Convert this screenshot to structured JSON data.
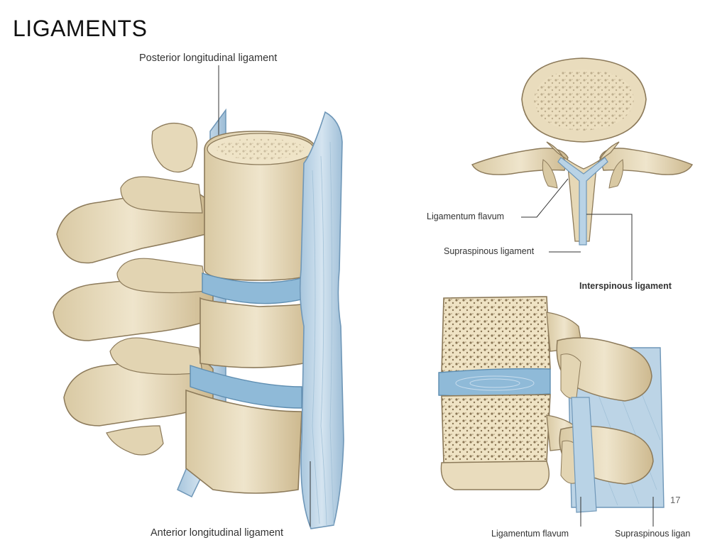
{
  "slide": {
    "title": "LIGAMENTS",
    "page_number": "17"
  },
  "labels": {
    "posterior_longitudinal": "Posterior longitudinal ligament",
    "anterior_longitudinal": "Anterior longitudinal ligament",
    "ligamentum_flavum_top": "Ligamentum flavum",
    "supraspinous_top": "Supraspinous ligament",
    "interspinous": "Interspinous ligament",
    "ligamentum_flavum_bottom": "Ligamentum flavum",
    "supraspinous_bottom": "Supraspinous ligan"
  },
  "colors": {
    "bone": "#e8dcc0",
    "bone_shadow": "#c9b690",
    "bone_outline": "#8c7a5a",
    "ligament": "#b9d3e6",
    "ligament_outline": "#6f97b8",
    "disc": "#8fbad8"
  }
}
